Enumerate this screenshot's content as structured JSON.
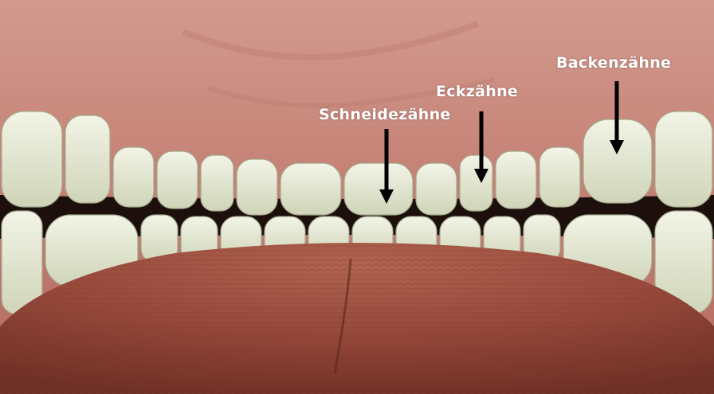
{
  "labels": {
    "molars": "Backenzähne",
    "canines": "Eckzähne",
    "incisors": "Schneidezähne"
  },
  "colors": {
    "palate": "#c9877a",
    "tooth": "#e7ebd6",
    "tongue": "#9a4a38",
    "arrow": "#000000",
    "label_text": "#ffffff"
  }
}
